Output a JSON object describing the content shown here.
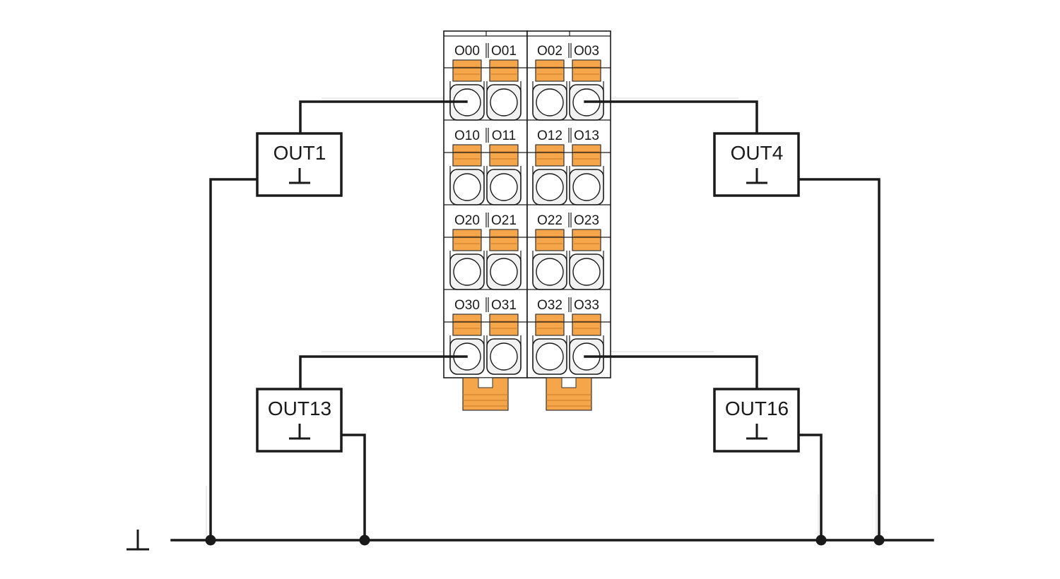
{
  "ground_symbol": "⊥",
  "terminal_rows": [
    [
      "O00",
      "O01",
      "O02",
      "O03"
    ],
    [
      "O10",
      "O11",
      "O12",
      "O13"
    ],
    [
      "O20",
      "O21",
      "O22",
      "O23"
    ],
    [
      "O30",
      "O31",
      "O32",
      "O33"
    ]
  ],
  "outputs": [
    {
      "label": "OUT1",
      "ground": "⊥"
    },
    {
      "label": "OUT4",
      "ground": "⊥"
    },
    {
      "label": "OUT13",
      "ground": "⊥"
    },
    {
      "label": "OUT16",
      "ground": "⊥"
    }
  ],
  "colors": {
    "wire": "#1a1a1a",
    "lever_orange": "#f5a54a",
    "background": "#ffffff"
  }
}
